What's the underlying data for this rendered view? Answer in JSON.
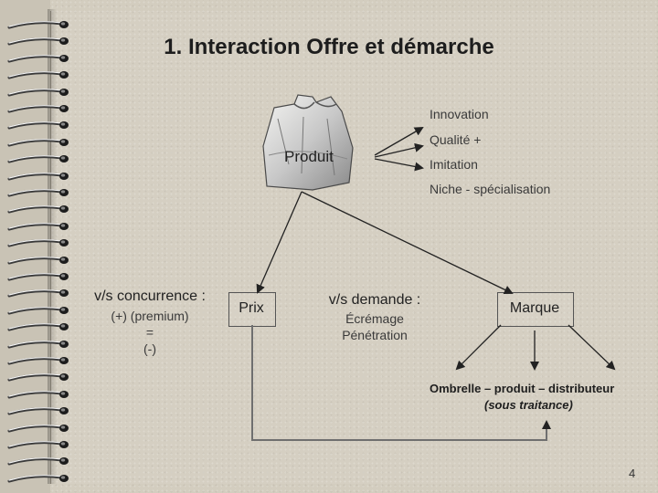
{
  "slide": {
    "title": "1.  Interaction Offre et démarche",
    "page_number": "4"
  },
  "diagram": {
    "product_label": "Produit",
    "product_icon": "shopping-bag-icon",
    "options": [
      "Innovation",
      "Qualité +",
      "Imitation",
      "Niche - spécialisation"
    ],
    "competition": {
      "heading": "v/s concurrence :",
      "lines": [
        "(+) (premium)",
        "=",
        "(-)"
      ]
    },
    "prix": "Prix",
    "demand": {
      "heading": "v/s demande :",
      "lines": [
        "Écrémage",
        "Pénétration"
      ]
    },
    "marque": "Marque",
    "brand_types": "Ombrelle – produit – distributeur",
    "brand_note": "(sous traitance)"
  }
}
